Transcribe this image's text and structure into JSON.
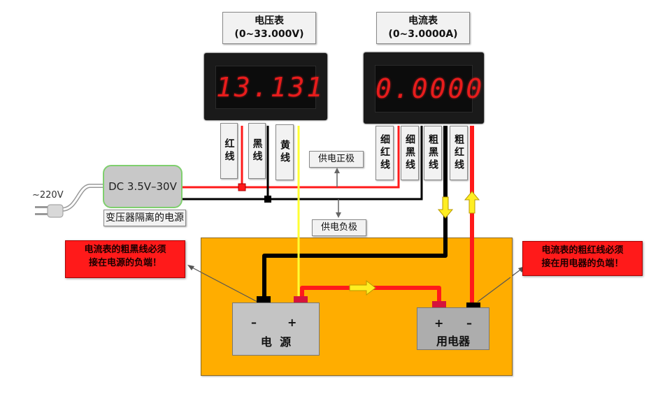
{
  "voltmeter": {
    "title": "电压表",
    "range": "(0~33.000V)",
    "reading": "13.131",
    "wires": [
      "红线",
      "黑线",
      "黄线"
    ]
  },
  "ammeter": {
    "title": "电流表",
    "range": "(0~3.0000A)",
    "reading": "0.0000",
    "wires": [
      "细红线",
      "细黑线",
      "粗黑线",
      "粗红线"
    ]
  },
  "supply": {
    "input_label": "~220V",
    "dc_label": "DC 3.5V–30V",
    "caption": "变压器隔离的电源"
  },
  "labels": {
    "positive_supply": "供电正极",
    "negative_supply": "供电负极"
  },
  "warnings": {
    "left": [
      "电流表的粗黑线必须",
      "接在电源的负端！"
    ],
    "right": [
      "电流表的粗红线必须",
      "接在用电器的负端！"
    ]
  },
  "power_source": {
    "minus": "–",
    "plus": "+",
    "label": "电  源"
  },
  "load": {
    "plus": "+",
    "minus": "–",
    "label": "用电器"
  },
  "colors": {
    "red_wire": "#ff1a1a",
    "black_wire": "#000000",
    "yellow_wire": "#ffff33",
    "panel": "#ffad00",
    "warning": "#ff1a1a",
    "digit": "#e81c1c"
  }
}
